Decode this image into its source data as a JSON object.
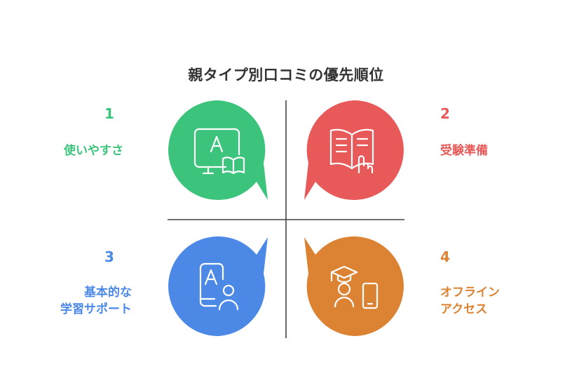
{
  "title": "親タイプ別口コミの優先順位",
  "quadrants": [
    {
      "number": "1",
      "label_lines": [
        "使いやすさ"
      ],
      "color": "#3cc47c",
      "icon": "computer-book-icon"
    },
    {
      "number": "2",
      "label_lines": [
        "受験準備"
      ],
      "color": "#e85a59",
      "icon": "book-touch-icon"
    },
    {
      "number": "3",
      "label_lines": [
        "基本的な",
        "学習サポート"
      ],
      "color": "#4c89e6",
      "icon": "book-user-icon"
    },
    {
      "number": "4",
      "label_lines": [
        "オフライン",
        "アクセス"
      ],
      "color": "#dc8333",
      "icon": "graduate-phone-icon"
    }
  ]
}
